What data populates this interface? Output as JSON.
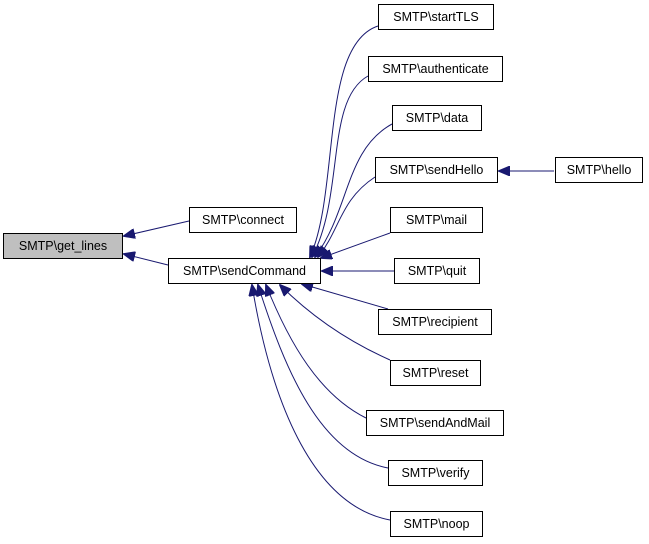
{
  "colors": {
    "edge": "#191970",
    "focus_fill": "#bfbfbf",
    "node_fill": "#ffffff",
    "border": "#000000"
  },
  "nodes": {
    "get_lines": "SMTP\\get_lines",
    "connect": "SMTP\\connect",
    "sendCommand": "SMTP\\sendCommand",
    "startTLS": "SMTP\\startTLS",
    "authenticate": "SMTP\\authenticate",
    "data": "SMTP\\data",
    "sendHello": "SMTP\\sendHello",
    "hello": "SMTP\\hello",
    "mail": "SMTP\\mail",
    "quit": "SMTP\\quit",
    "recipient": "SMTP\\recipient",
    "reset": "SMTP\\reset",
    "sendAndMail": "SMTP\\sendAndMail",
    "verify": "SMTP\\verify",
    "noop": "SMTP\\noop"
  },
  "edges": [
    {
      "from": "connect",
      "to": "get_lines"
    },
    {
      "from": "sendCommand",
      "to": "get_lines"
    },
    {
      "from": "startTLS",
      "to": "sendCommand"
    },
    {
      "from": "authenticate",
      "to": "sendCommand"
    },
    {
      "from": "data",
      "to": "sendCommand"
    },
    {
      "from": "sendHello",
      "to": "sendCommand"
    },
    {
      "from": "hello",
      "to": "sendHello"
    },
    {
      "from": "mail",
      "to": "sendCommand"
    },
    {
      "from": "quit",
      "to": "sendCommand"
    },
    {
      "from": "recipient",
      "to": "sendCommand"
    },
    {
      "from": "reset",
      "to": "sendCommand"
    },
    {
      "from": "sendAndMail",
      "to": "sendCommand"
    },
    {
      "from": "verify",
      "to": "sendCommand"
    },
    {
      "from": "noop",
      "to": "sendCommand"
    }
  ]
}
